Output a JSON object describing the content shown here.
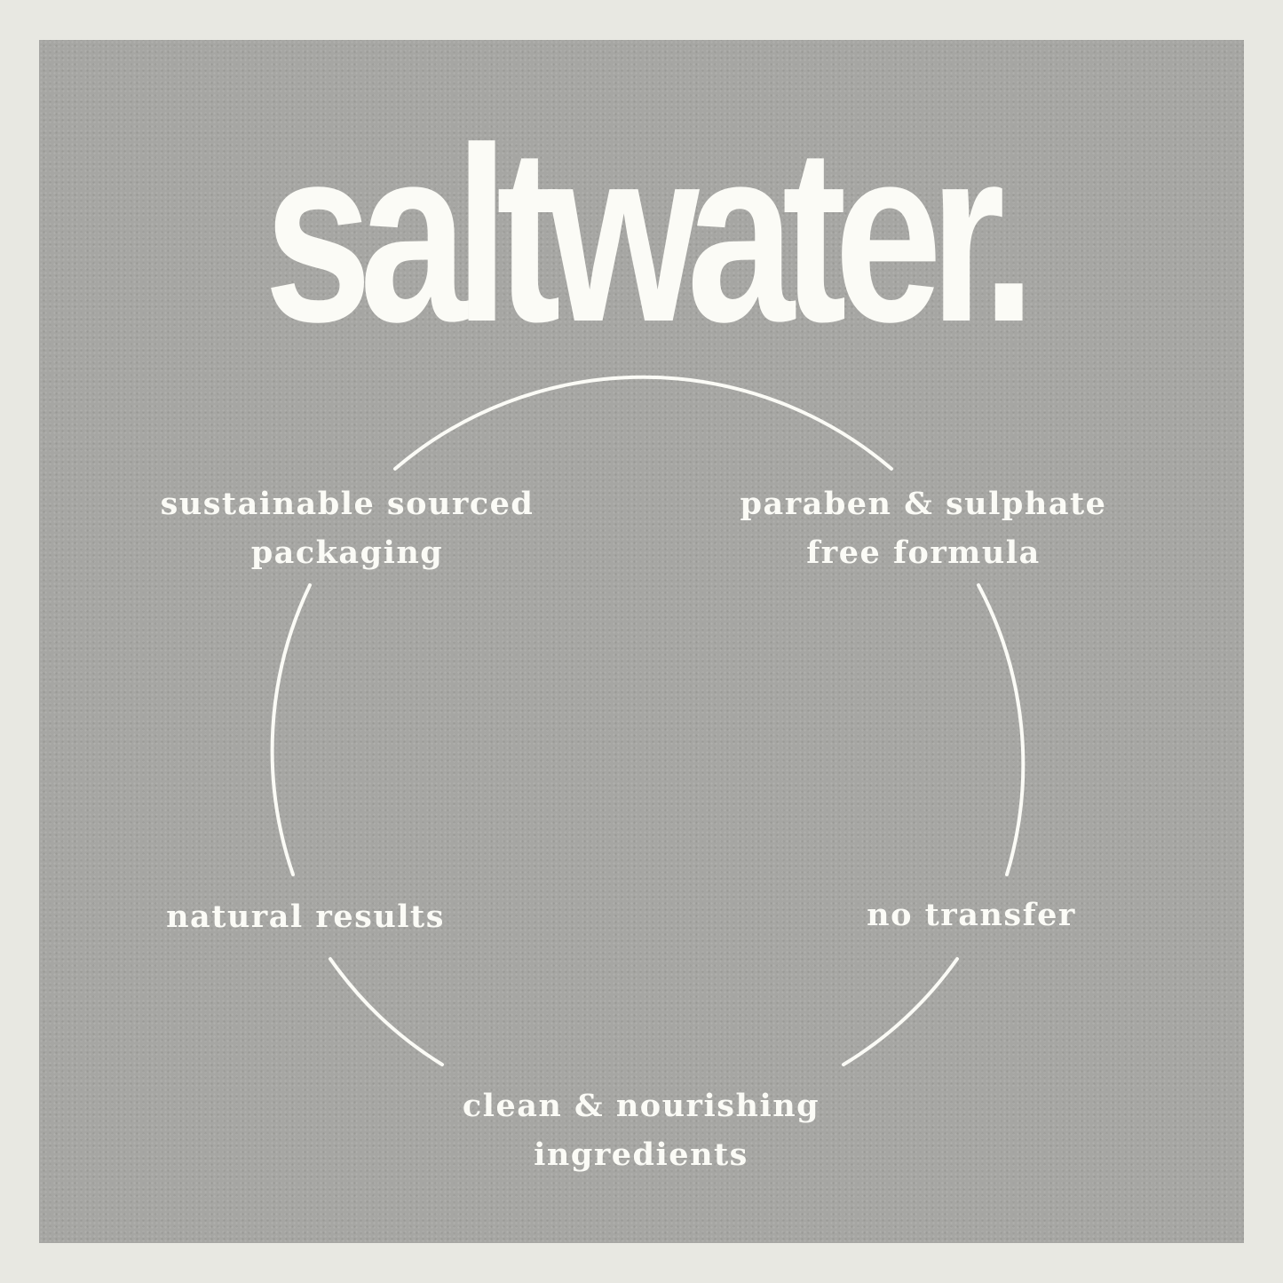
{
  "brand": {
    "name": "saltwater."
  },
  "cycle": {
    "items": [
      {
        "line1": "sustainable sourced",
        "line2": "packaging"
      },
      {
        "line1": "paraben & sulphate",
        "line2": "free formula"
      },
      {
        "line1": "no transfer",
        "line2": ""
      },
      {
        "line1": "clean & nourishing",
        "line2": "ingredients"
      },
      {
        "line1": "natural results",
        "line2": ""
      }
    ]
  },
  "colors": {
    "background_outer": "#e8e8e2",
    "background_inner": "#a6a6a3",
    "foreground": "#fbfbf6"
  }
}
